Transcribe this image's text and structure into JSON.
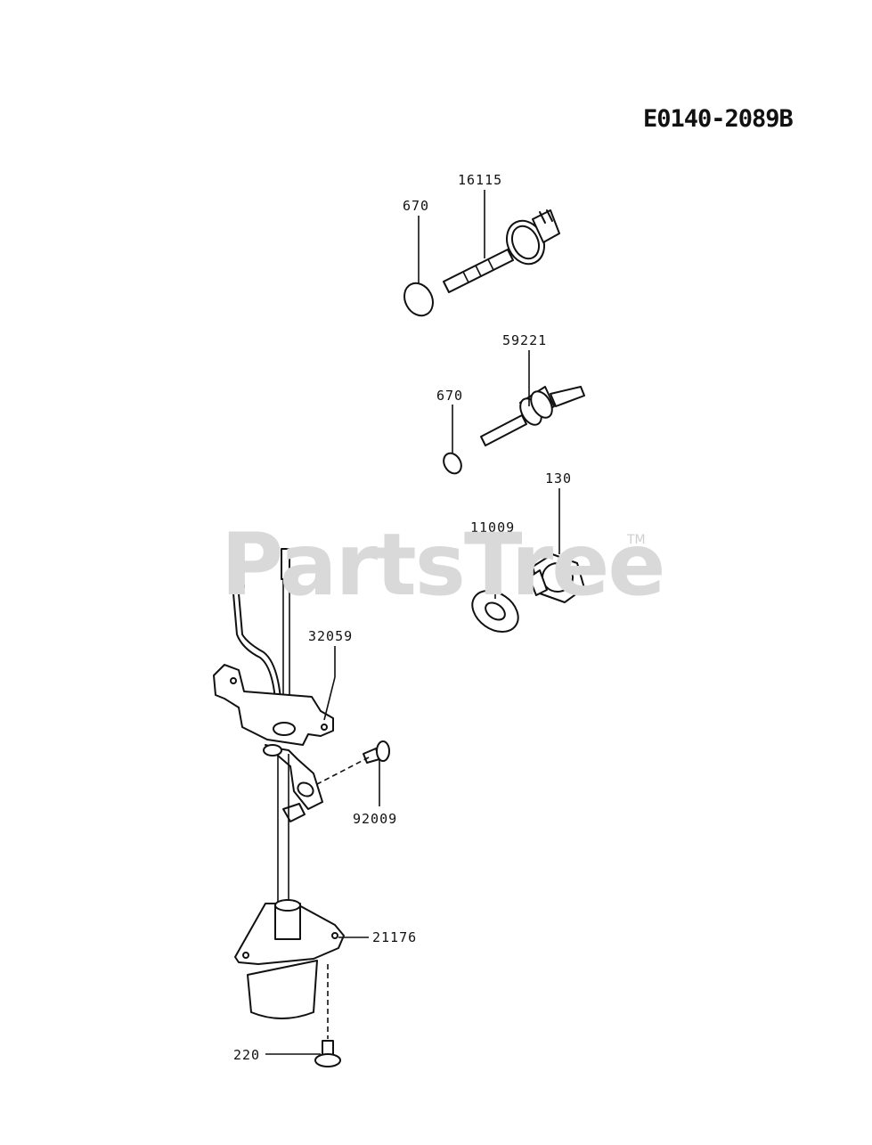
{
  "diagram_code": "E0140-2089B",
  "watermark": "PartsTree",
  "watermark_tm": "TM",
  "callouts": {
    "c16115": "16115",
    "c670a": "670",
    "c59221": "59221",
    "c670b": "670",
    "c130": "130",
    "c11009": "11009",
    "c32059": "32059",
    "c92009": "92009",
    "c21176": "21176",
    "c220": "220"
  }
}
